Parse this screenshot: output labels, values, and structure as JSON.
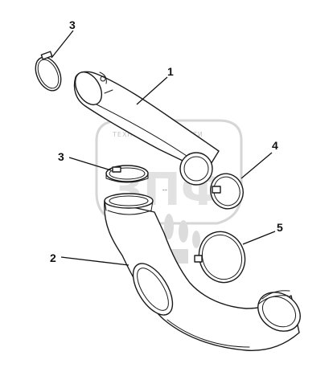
{
  "diagram": {
    "callouts": [
      {
        "id": "c3a",
        "label": "3"
      },
      {
        "id": "c1",
        "label": "1"
      },
      {
        "id": "c4",
        "label": "4"
      },
      {
        "id": "c3b",
        "label": "3"
      },
      {
        "id": "c5",
        "label": "5"
      },
      {
        "id": "c2",
        "label": "2"
      }
    ],
    "watermark": {
      "text": "ТЕХНИКА ◎ ЗАПЧАСТИ",
      "logo": "ЗПФ"
    },
    "colors": {
      "line": "#1a1a1a",
      "watermark": "#d6d6d6",
      "background": "#ffffff"
    }
  }
}
